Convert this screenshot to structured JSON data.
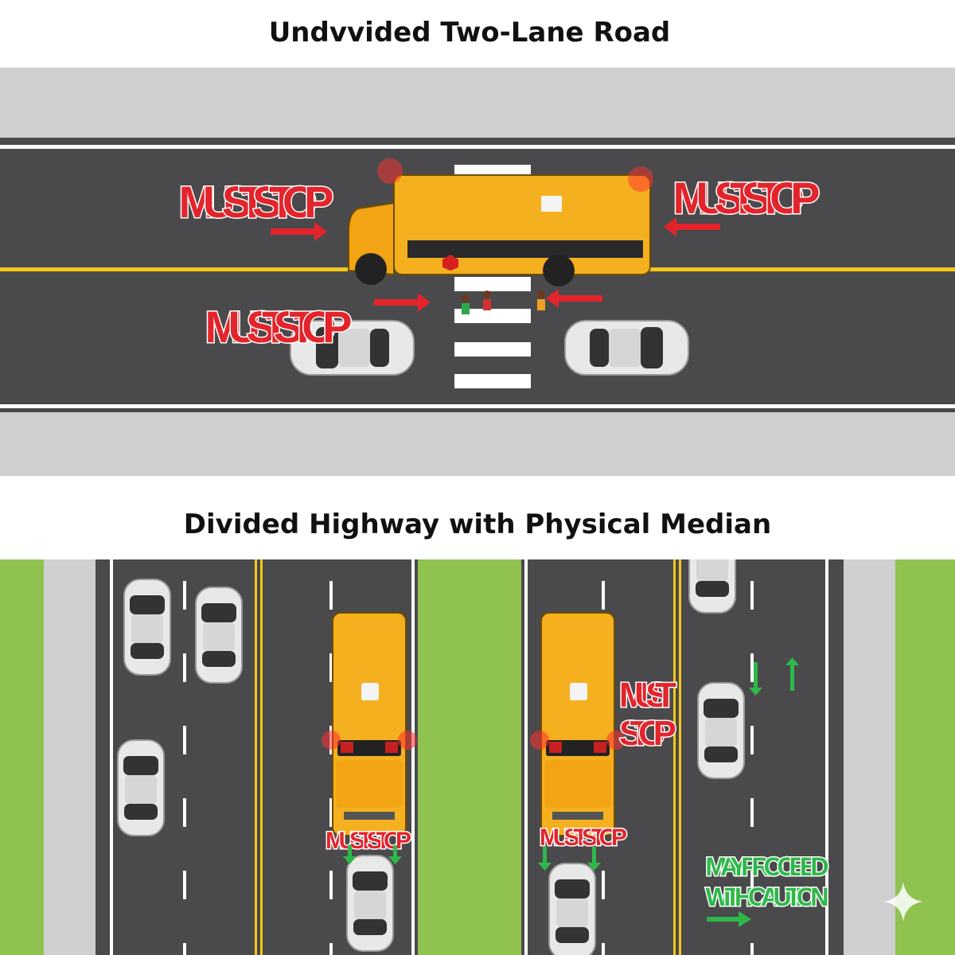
{
  "top_section": {
    "title": "Undvvided Two-Lane Road",
    "labels": [
      "MUST STOP",
      "MUST STOP",
      "MUST STOP"
    ]
  },
  "bottom_section": {
    "title": "Divided Highway with Physical Median",
    "labels": {
      "right_bus_side": [
        "MUST",
        "STOP"
      ],
      "left_bus_behind": "MUST STOP",
      "right_bus_behind": "MUST STOP",
      "proceed": [
        "MAY PROCEED",
        "WITH CAUTION"
      ]
    }
  },
  "colors": {
    "road": "#4a4a4c",
    "sidewalk": "#cfcfcf",
    "grass": "#8fc24f",
    "bus": "#f5b020",
    "stop_text": "#e3242b",
    "proceed_text": "#2fb84a",
    "center_line": "#f2c81a"
  }
}
